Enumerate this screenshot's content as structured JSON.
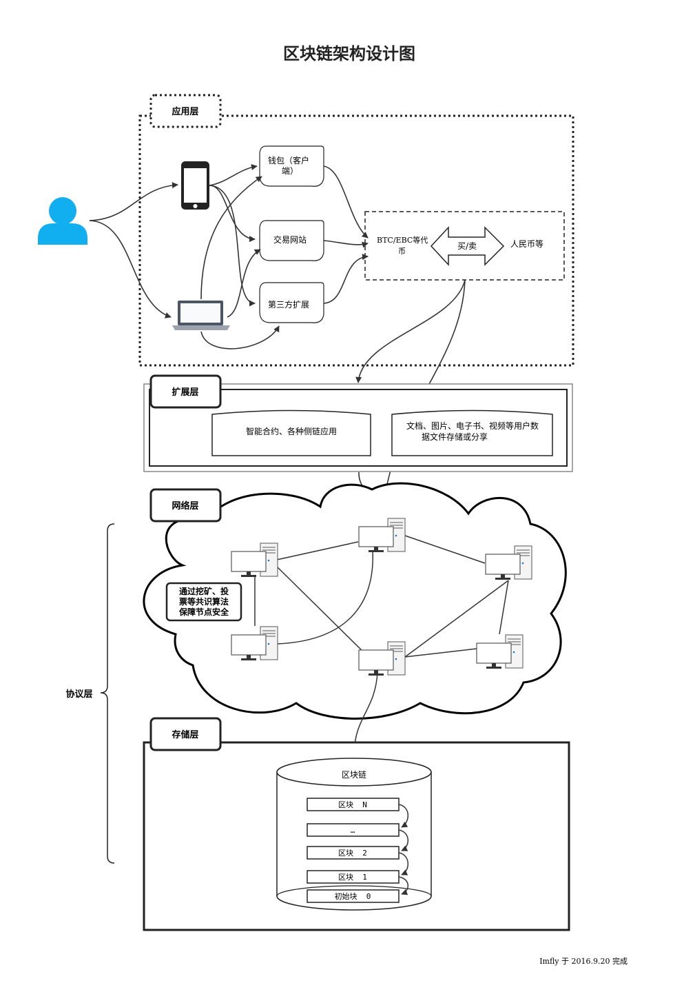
{
  "title": "区块链架构设计图",
  "layers": {
    "app": "应用层",
    "ext": "扩展层",
    "net": "网络层",
    "storage": "存储层",
    "protocol": "协议层"
  },
  "app_nodes": {
    "wallet_line1": "钱包（客户",
    "wallet_line2": "端）",
    "exchange": "交易网站",
    "third_party": "第三方扩展",
    "coin_line1": "BTC/EBC等代",
    "coin_line2": "币",
    "buy_sell": "买/卖",
    "rmb": "人民币等"
  },
  "ext_nodes": {
    "smart_contract": "智能合约、各种侧链应用",
    "files_line1": "文档、图片、电子书、视频等用户数",
    "files_line2": "据文件存储或分享"
  },
  "network": {
    "consensus_line1": "通过挖矿、投",
    "consensus_line2": "票等共识算法",
    "consensus_line3": "保障节点安全"
  },
  "storage": {
    "chain": "区块链",
    "blocks": [
      "区块  N",
      "…",
      "区块  2",
      "区块  1",
      "初始块  0"
    ]
  },
  "footer": "Imfly 于 2016.9.20 完成"
}
